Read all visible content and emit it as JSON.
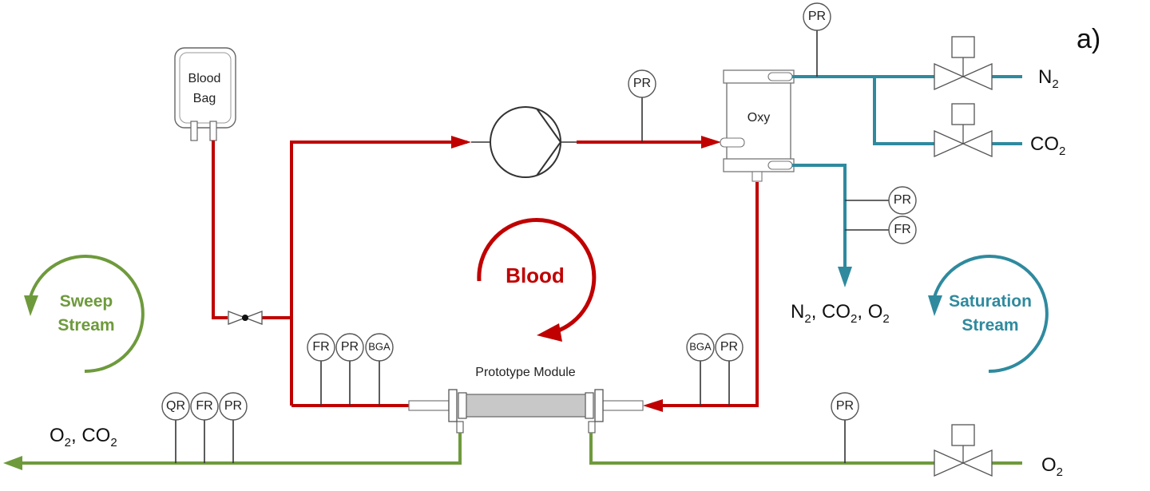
{
  "panel_label": "a)",
  "components": {
    "blood_bag": [
      "Blood",
      "Bag"
    ],
    "oxygenator": "Oxy",
    "module": "Prototype Module"
  },
  "streams": {
    "blood": "Blood",
    "sweep": [
      "Sweep",
      "Stream"
    ],
    "saturation": [
      "Saturation",
      "Stream"
    ]
  },
  "gases": {
    "n2": {
      "base": "N",
      "sub": "2"
    },
    "co2": {
      "base": "CO",
      "sub": "2"
    },
    "o2": {
      "base": "O",
      "sub": "2"
    },
    "exhaust": [
      {
        "base": "N",
        "sub": "2"
      },
      {
        "base": ", CO",
        "sub": "2"
      },
      {
        "base": ", O",
        "sub": "2"
      }
    ],
    "sweep_out": [
      {
        "base": "O",
        "sub": "2"
      },
      {
        "base": ", CO",
        "sub": "2"
      }
    ]
  },
  "instruments": {
    "pr": "PR",
    "fr": "FR",
    "qr": "QR",
    "bga": "BGA"
  },
  "colors": {
    "blood": "#c00000",
    "saturation": "#2f8a9e",
    "sweep": "#6e9a3c"
  }
}
